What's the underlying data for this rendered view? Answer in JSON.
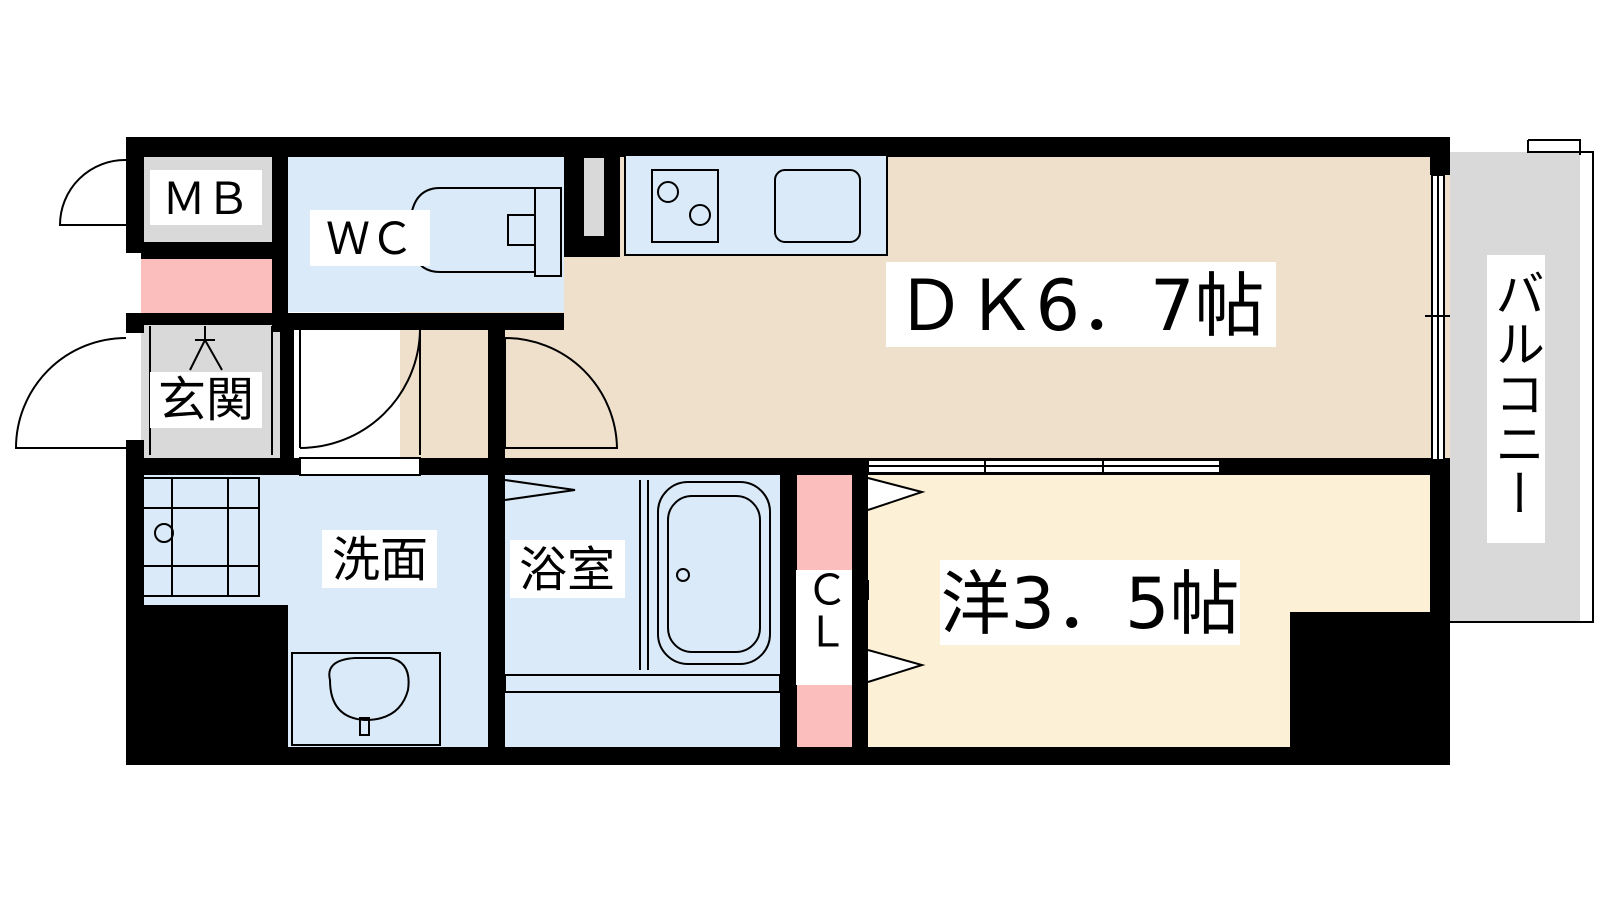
{
  "floorplan": {
    "rooms": {
      "dk": {
        "label": "ＤＫ6．7帖",
        "kind": "dining-kitchen",
        "size_jo": 6.7
      },
      "western": {
        "label": "洋3．5帖",
        "kind": "western-room",
        "size_jo": 3.5
      },
      "wc": {
        "label": "ＷＣ",
        "kind": "toilet"
      },
      "mb": {
        "label": "ＭＢ",
        "kind": "meter-box"
      },
      "entrance": {
        "label": "玄関",
        "kind": "entrance"
      },
      "washroom": {
        "label": "洗面",
        "kind": "washroom"
      },
      "bath": {
        "label": "浴室",
        "kind": "bathroom"
      },
      "closet": {
        "label": "ＣＬ",
        "kind": "closet"
      },
      "balcony": {
        "label": "バルコニー",
        "kind": "balcony"
      }
    },
    "colors": {
      "wall": "#000000",
      "dk_floor": "#eee0cb",
      "western_floor": "#fcf1d6",
      "wet_area": "#dbeaf8",
      "storage": "#fcbdbd",
      "balcony_floor": "#d9d9d9",
      "mb_floor": "#d9d9d9"
    }
  }
}
